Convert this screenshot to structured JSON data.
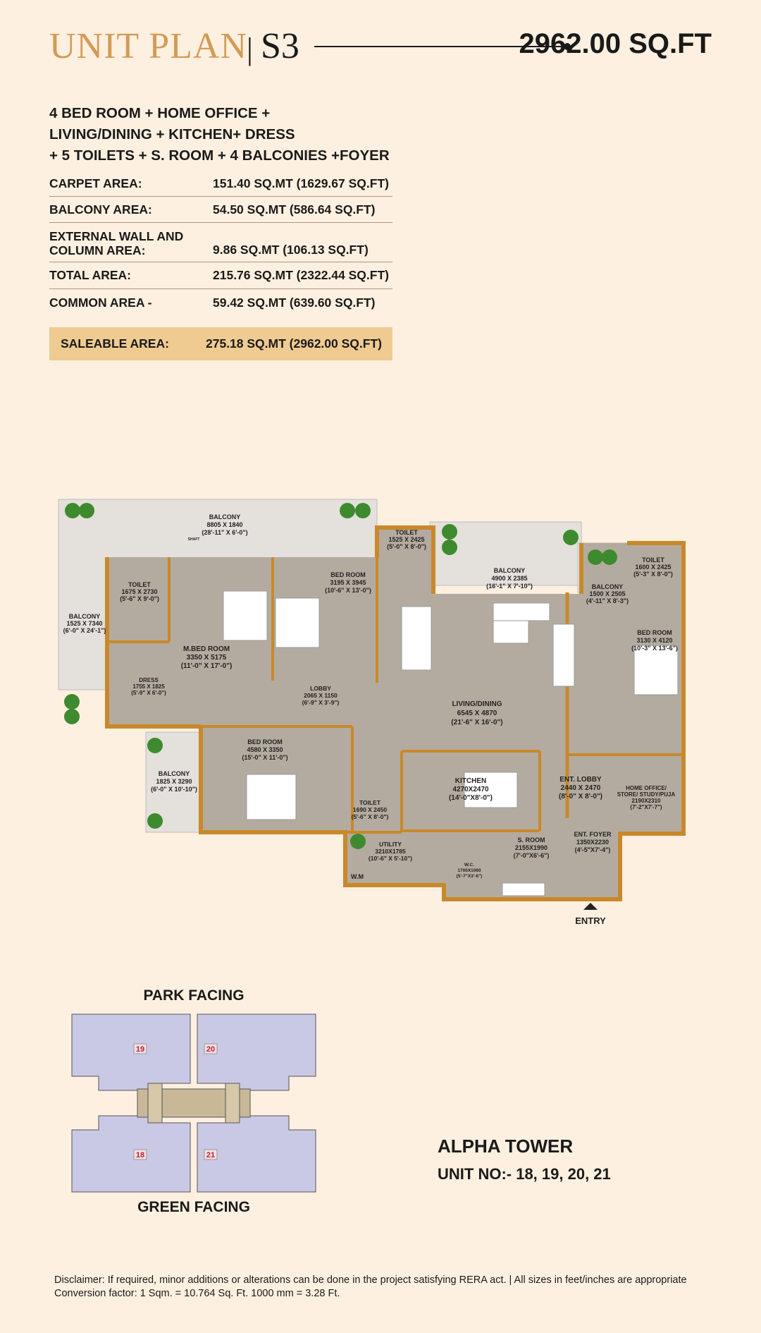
{
  "header": {
    "title": "UNIT PLAN",
    "separator": "|",
    "unit_code": "S3",
    "total_area": "2962.00 SQ.FT"
  },
  "configuration": [
    "4 BED ROOM + HOME OFFICE +",
    "LIVING/DINING + KITCHEN+ DRESS",
    "+ 5 TOILETS + S. ROOM + 4 BALCONIES +FOYER"
  ],
  "areas": {
    "carpet": {
      "label": "CARPET AREA:",
      "value": "151.40 SQ.MT (1629.67 SQ.FT)"
    },
    "balcony": {
      "label": "BALCONY AREA:",
      "value": "54.50 SQ.MT (586.64 SQ.FT)"
    },
    "external": {
      "label_line1": "EXTERNAL WALL AND",
      "label_line2": "COLUMN AREA:",
      "value": "9.86 SQ.MT (106.13 SQ.FT)"
    },
    "total": {
      "label": "TOTAL AREA:",
      "value": "215.76 SQ.MT (2322.44 SQ.FT)"
    },
    "common": {
      "label": "COMMON AREA -",
      "value": "59.42 SQ.MT (639.60 SQ.FT)"
    },
    "saleable": {
      "label": "SALEABLE AREA:",
      "value": "275.18 SQ.MT (2962.00 SQ.FT)"
    }
  },
  "floorplan": {
    "rooms": {
      "balcony_top": {
        "name": "BALCONY",
        "size": "8805 X 1840",
        "imperial": "(28'-11\" X 6'-0\")"
      },
      "toilet_top": {
        "name": "TOILET",
        "size": "1525 X 2425",
        "imperial": "(5'-0\" X 8'-0\")"
      },
      "balcony_mid": {
        "name": "BALCONY",
        "size": "4900 X 2385",
        "imperial": "(16'-1\" X 7'-10\")"
      },
      "toilet_right": {
        "name": "TOILET",
        "size": "1600 X 2425",
        "imperial": "(5'-3\" X 8'-0\")"
      },
      "balcony_small": {
        "name": "BALCONY",
        "size": "1500 X 2505",
        "imperial": "(4'-11\" X 8'-3\")"
      },
      "balcony_left": {
        "name": "BALCONY",
        "size": "1525 X 7340",
        "imperial": "(6'-0\" X 24'-1\")"
      },
      "toilet_master": {
        "name": "TOILET",
        "size": "1675 X 2730",
        "imperial": "(5'-6\" X 9'-0\")"
      },
      "master_bed": {
        "name": "M.BED ROOM",
        "size": "3350 X 5175",
        "imperial": "(11'-0\" X 17'-0\")"
      },
      "bed_2": {
        "name": "BED ROOM",
        "size": "3195 X 3945",
        "imperial": "(10'-6\" X 13'-0\")"
      },
      "bed_right": {
        "name": "BED ROOM",
        "size": "3130 X 4120",
        "imperial": "(10'-3\" X 13'-6\")"
      },
      "dress": {
        "name": "DRESS",
        "size": "1755 X 1825",
        "imperial": "(5'-9\" X 6'-0\")"
      },
      "lobby": {
        "name": "LOBBY",
        "size": "2065 X 1150",
        "imperial": "(6'-9\" X 3'-9\")"
      },
      "living": {
        "name": "LIVING/DINING",
        "size": "6545 X 4870",
        "imperial": "(21'-6\" X 16'-0\")"
      },
      "bed_lower": {
        "name": "BED ROOM",
        "size": "4580 X 3350",
        "imperial": "(15'-0\" X 11'-0\")"
      },
      "balcony_lower": {
        "name": "BALCONY",
        "size": "1825 X 3290",
        "imperial": "(6'-0\" X 10'-10\")"
      },
      "toilet_lower": {
        "name": "TOILET",
        "size": "1690 X 2450",
        "imperial": "(5'-6\" X 8'-0\")"
      },
      "kitchen": {
        "name": "KITCHEN",
        "size": "4270X2470",
        "imperial": "(14'-0\"X8'-0\")"
      },
      "ent_lobby": {
        "name": "ENT. LOBBY",
        "size": "2440 X 2470",
        "imperial": "(8'-0\" X 8'-0\")"
      },
      "home_office": {
        "name": "HOME OFFICE/",
        "name2": "STORE/ STUDY/PUJA",
        "size": "2190X2310",
        "imperial": "(7'-2\"X7'-7\")"
      },
      "utility": {
        "name": "UTILITY",
        "size": "3210X1785",
        "imperial": "(10'-6\" X 5'-10\")"
      },
      "wc": {
        "name": "W.C.",
        "size": "1700X1060",
        "imperial": "(5'-7\"X3'-6\")"
      },
      "s_room": {
        "name": "S. ROOM",
        "size": "2155X1990",
        "imperial": "(7'-0\"X6'-6\")"
      },
      "ent_foyer": {
        "name": "ENT. FOYER",
        "size": "1350X2230",
        "imperial": "(4'-5\"X7'-4\")"
      }
    },
    "wm_label": "W.M",
    "shaft_label": "SHAFT",
    "entry_label": "ENTRY"
  },
  "keyplan": {
    "top_label": "PARK FACING",
    "bottom_label": "GREEN FACING",
    "unit_numbers": {
      "u19": "19",
      "u20": "20",
      "u18": "18",
      "u21": "21"
    }
  },
  "tower": {
    "name": "ALPHA TOWER",
    "units": "UNIT NO:- 18, 19, 20, 21"
  },
  "disclaimer": {
    "line1": "Disclaimer:  If required, minor additions or alterations can be done in the project satisfying RERA act.  |  All sizes in feet/inches are appropriate",
    "line2": "Conversion factor: 1 Sqm. = 10.764 Sq. Ft. 1000 mm = 3.28 Ft."
  },
  "colors": {
    "background": "#fdf0e0",
    "accent_gold": "#d49a55",
    "saleable_fill": "#efca91",
    "wall": "#c9882a",
    "floor": "#b4aba0",
    "keyplan_fill": "#c9c9e6",
    "unit_number": "#c0203a"
  }
}
